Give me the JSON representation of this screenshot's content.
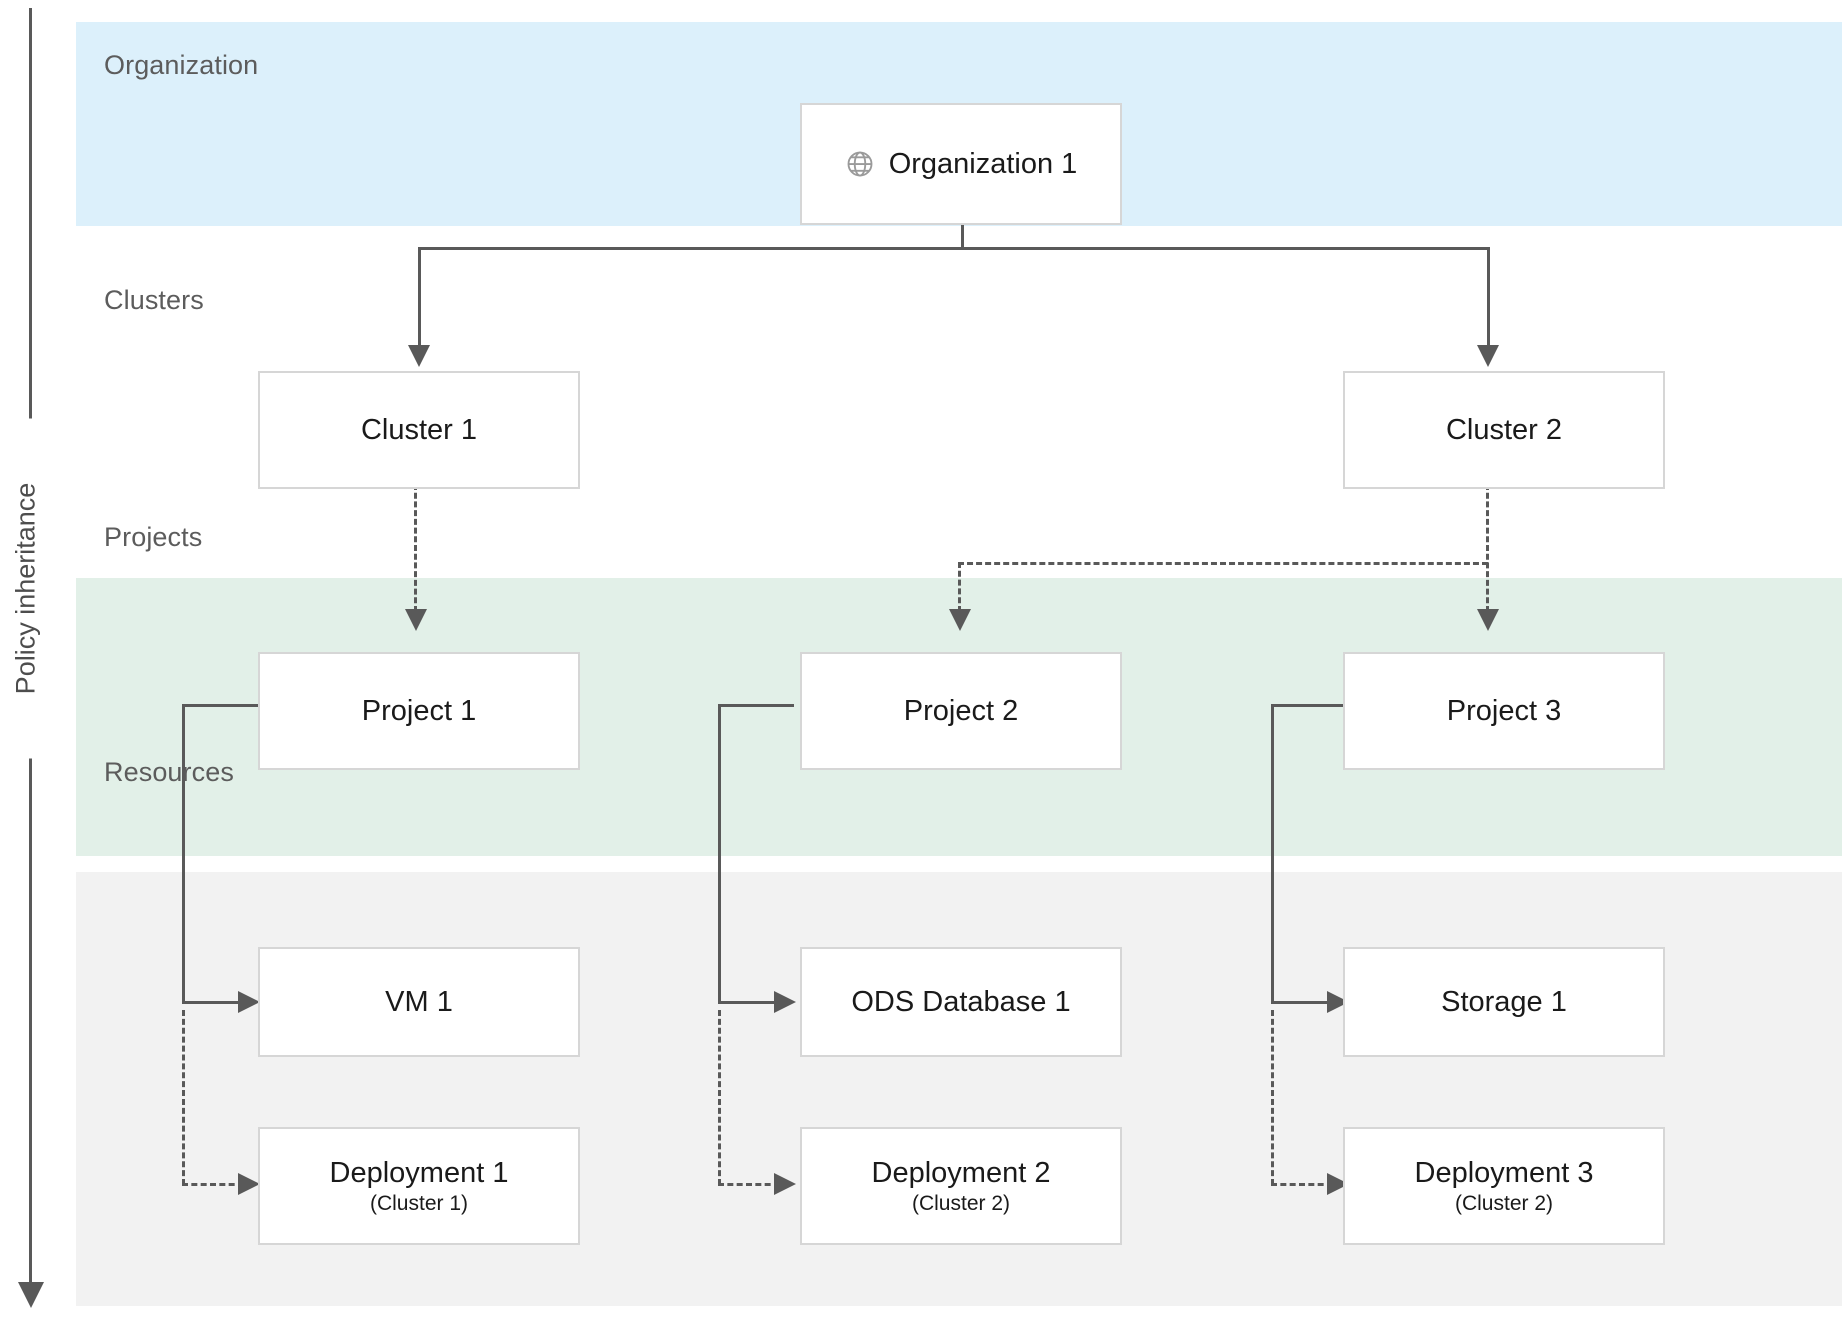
{
  "axis": {
    "label": "Policy inheritance",
    "direction": "down"
  },
  "bands": [
    {
      "key": "organization",
      "label": "Organization",
      "color": "#dcf0fb"
    },
    {
      "key": "clusters",
      "label": "Clusters",
      "color": "#ffffff"
    },
    {
      "key": "projects",
      "label": "Projects",
      "color": "#e2f0e8"
    },
    {
      "key": "resources",
      "label": "Resources",
      "color": "#f2f2f2"
    }
  ],
  "organization": {
    "node": {
      "label": "Organization 1",
      "icon": "globe-icon"
    }
  },
  "clusters": [
    {
      "label": "Cluster 1"
    },
    {
      "label": "Cluster 2"
    }
  ],
  "projects": [
    {
      "label": "Project 1"
    },
    {
      "label": "Project 2"
    },
    {
      "label": "Project 3"
    }
  ],
  "resources": [
    {
      "label": "VM 1",
      "sub": ""
    },
    {
      "label": "ODS Database 1",
      "sub": ""
    },
    {
      "label": "Storage 1",
      "sub": ""
    },
    {
      "label": "Deployment 1",
      "sub": "(Cluster 1)"
    },
    {
      "label": "Deployment 2",
      "sub": "(Cluster 2)"
    },
    {
      "label": "Deployment 3",
      "sub": "(Cluster 2)"
    }
  ],
  "colors": {
    "line": "#595959",
    "node_border": "#d6d6d6",
    "node_fill": "#ffffff",
    "band_organization": "#dcf0fb",
    "band_projects": "#e2f0e8",
    "band_resources": "#f2f2f2",
    "label_text": "#5c5c5c"
  }
}
